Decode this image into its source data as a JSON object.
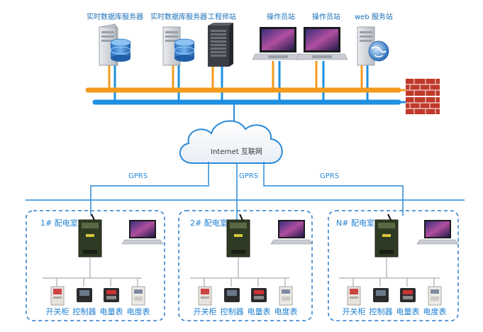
{
  "top_nodes": [
    {
      "label": "实时数据库服务器",
      "icon": "database-server-icon"
    },
    {
      "label": "实时数据库服务器",
      "icon": "database-server-icon"
    },
    {
      "label": "工程师站",
      "icon": "tower-server-icon"
    },
    {
      "label": "操作员站",
      "icon": "laptop-icon"
    },
    {
      "label": "操作员站",
      "icon": "laptop-icon"
    },
    {
      "label": "web 服务站",
      "icon": "web-server-icon"
    }
  ],
  "cloud": {
    "label": "Internet 互联网"
  },
  "gprs_labels": [
    "GPRS",
    "GPRS",
    "GPRS"
  ],
  "rooms": [
    {
      "title": "1# 配电室",
      "devices": [
        "开关柜",
        "控制器",
        "电量表",
        "电度表"
      ]
    },
    {
      "title": "2# 配电室",
      "devices": [
        "开关柜",
        "控制器",
        "电量表",
        "电度表"
      ]
    },
    {
      "title": "N# 配电室",
      "devices": [
        "开关柜",
        "控制器",
        "电量表",
        "电度表"
      ]
    }
  ],
  "colors": {
    "orange_bus": "#f39a1e",
    "blue_bus": "#1e90e0",
    "line": "#2a8ad6",
    "firewall": "#c0392b",
    "dash": "#2a7cc8"
  }
}
